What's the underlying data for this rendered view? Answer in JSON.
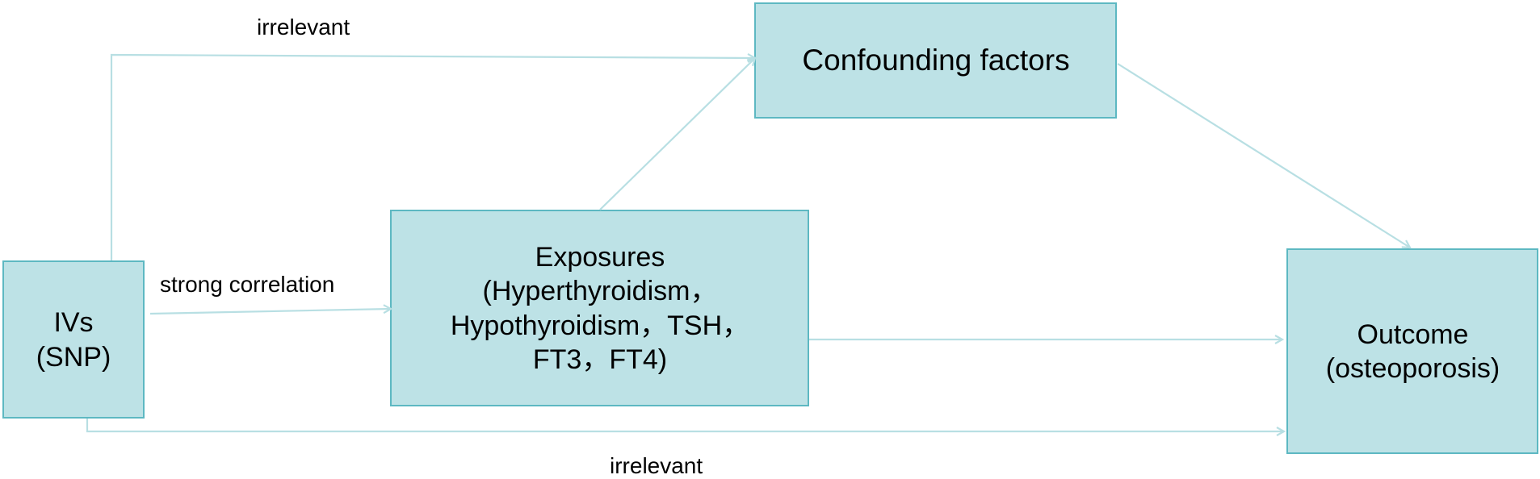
{
  "colors": {
    "box_fill": "#bde2e6",
    "box_border": "#5db8c2",
    "arrow": "#b8dfe3",
    "text": "#000000"
  },
  "nodes": {
    "ivs": {
      "line1": "IVs",
      "line2": "(SNP)"
    },
    "exposures": {
      "line1": "Exposures",
      "line2": "(Hyperthyroidism，",
      "line3": "Hypothyroidism，TSH，",
      "line4": "FT3，FT4)"
    },
    "confounding": {
      "line1": "Confounding factors"
    },
    "outcome": {
      "line1": "Outcome",
      "line2": "(osteoporosis)"
    }
  },
  "edge_labels": {
    "irrelevant_top": "irrelevant",
    "strong_correlation": "strong correlation",
    "irrelevant_bottom": "irrelevant"
  }
}
